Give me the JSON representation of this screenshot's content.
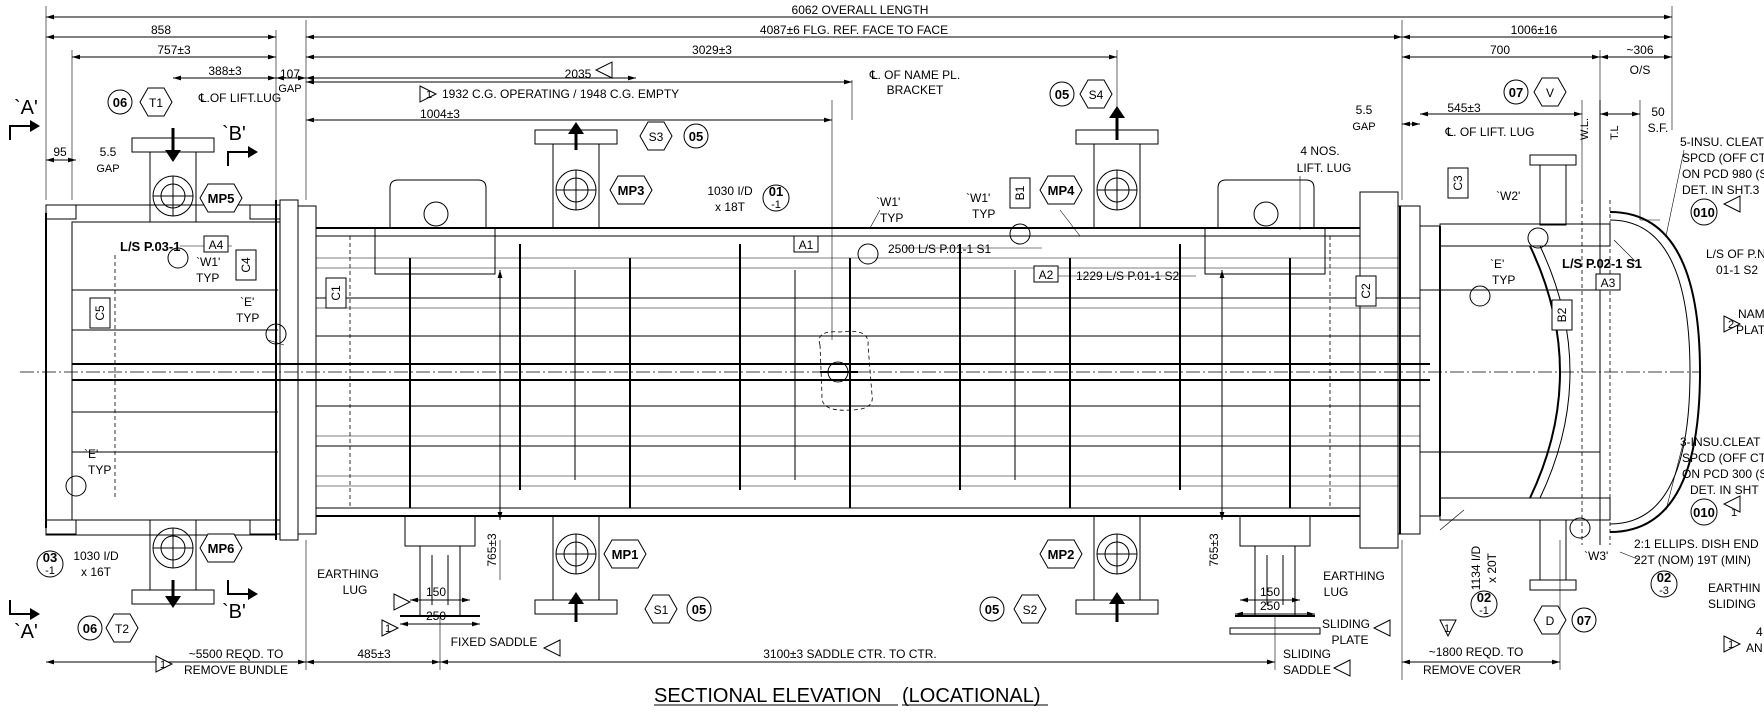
{
  "dims": {
    "overall_length": "6062 OVERALL LENGTH",
    "flg_ref": "4087±6 FLG. REF. FACE TO FACE",
    "d858": "858",
    "d1006": "1006±16",
    "d757": "757±3",
    "d3029": "3029±3",
    "d700": "700",
    "d306": "~306",
    "os": "O/S",
    "d388": "388±3",
    "lift_lug_cl": "℄.OF LIFT.LUG",
    "d107": "107",
    "gap": "GAP",
    "d2035": "2035",
    "cg": "1932 C.G. OPERATING / 1948 C.G. EMPTY",
    "d1004": "1004±3",
    "name_pl_1": "℄. OF NAME PL.",
    "name_pl_2": "BRACKET",
    "d55_left": "5.5",
    "d95": "95",
    "d55_right": "5.5",
    "d545": "545±3",
    "lift_lug_right": "℄. OF LIFT. LUG",
    "wl": "W.L.",
    "tl": "T.L",
    "d50": "50",
    "sf": "S.F.",
    "lift_lug_nos_1": "4 NOS.",
    "lift_lug_nos_2": "LIFT. LUG",
    "id1030_18": "1030 I/D",
    "x18t": "x 18T",
    "ls_p01_s1": "2500 L/S P.01-1 S1",
    "ls_p01_s2": "1229 L/S P.01-1 S2",
    "ls_p03": "L/S P.03-1",
    "ls_p02": "L/S P.02-1 S1",
    "id1030_16": "1030 I/D",
    "x16t": "x 16T",
    "d765_left": "765±3",
    "d765_right": "765±3",
    "id1134": "1134 I/D",
    "x20t": "x 20T",
    "d150_left": "150",
    "d250_left": "250",
    "d150_right": "150",
    "d250_right": "250",
    "earthing_lug_1": "EARTHING",
    "earthing_lug_2": "LUG",
    "earthing_lug_r1": "EARTHING",
    "earthing_lug_r2": "LUG",
    "sliding_plate_1": "SLIDING",
    "sliding_plate_2": "PLATE",
    "fixed_saddle": "FIXED SADDLE",
    "sliding_saddle_1": "SLIDING",
    "sliding_saddle_2": "SADDLE",
    "reqd_bundle_1": "~5500 REQD. TO",
    "reqd_bundle_2": "REMOVE BUNDLE",
    "d485": "485±3",
    "saddle_ctr": "3100±3 SADDLE CTR. TO CTR.",
    "reqd_cover_1": "~1800 REQD. TO",
    "reqd_cover_2": "REMOVE COVER",
    "insu_top_1": "5-INSU. CLEAT",
    "insu_top_2": "SPCD (OFF CT",
    "insu_top_3": "ON PCD 980 (S",
    "insu_top_4": "DET. IN SHT.3",
    "ls_pn_1": "L/S OF P.N",
    "ls_pn_2": "01-1 S2",
    "nam_plat_1": "NAM",
    "nam_plat_2": "PLAT",
    "insu_bot_1": "3-INSU.CLEAT",
    "insu_bot_2": "SPCD (OFF CT",
    "insu_bot_3": "ON PCD 300 (S",
    "insu_bot_4": "DET. IN SHT",
    "dish_1": "2:1 ELLIPS. DISH END",
    "dish_2": "22T (NOM) 19T (MIN)",
    "earthin_r_1": "EARTHIN",
    "earthin_r_2": "SLIDING",
    "an_1": "4",
    "an_2": "AN"
  },
  "tags": {
    "T1": "T1",
    "T2": "T2",
    "S1": "S1",
    "S2": "S2",
    "S3": "S3",
    "S4": "S4",
    "V": "V",
    "D": "D",
    "MP1": "MP1",
    "MP2": "MP2",
    "MP3": "MP3",
    "MP4": "MP4",
    "MP5": "MP5",
    "MP6": "MP6",
    "A1": "A1",
    "A2": "A2",
    "A3": "A3",
    "A4": "A4",
    "B1": "B1",
    "B2": "B2",
    "C1": "C1",
    "C2": "C2",
    "C3": "C3",
    "C4": "C4",
    "C5": "C5"
  },
  "notes": {
    "n05": "05",
    "n06": "06",
    "n07": "07",
    "n01": "01",
    "n01s": "-1",
    "n02": "02",
    "n02s": "-1",
    "n02b": "02",
    "n02bs": "-3",
    "n03": "03",
    "n03s": "-1",
    "n010": "010",
    "n1": "1",
    "n2": "2"
  },
  "welds": {
    "W1": "`W1'",
    "W1b": "`W1'",
    "W1c": "`W1'",
    "W2": "`W2'",
    "W3": "`W3'",
    "E": "`E'",
    "typ": "TYP"
  },
  "views": {
    "A": "`A'",
    "B": "`B'"
  },
  "title": {
    "main": "SECTIONAL ELEVATION",
    "sub": "(LOCATIONAL)"
  }
}
